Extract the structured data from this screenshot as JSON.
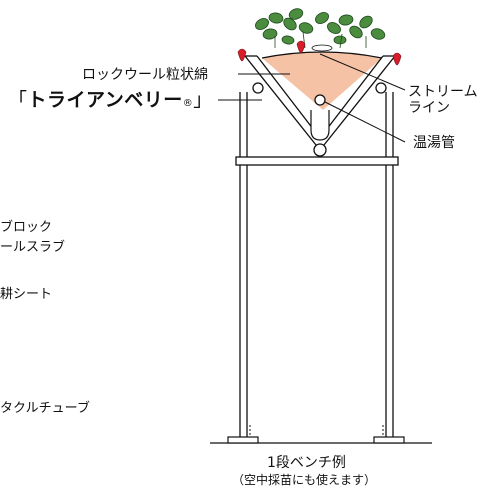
{
  "labels": {
    "rockwool": "ロックウール粒状綿",
    "product_name": "トライアンベリー",
    "registered_mark": "®",
    "bracket_open": "「",
    "bracket_close": "」",
    "streamline": "ストリーム\nライン",
    "hot_water_pipe": "温湯管",
    "block": "ブロック",
    "slab": "ールスラブ",
    "sheet": "耕シート",
    "tube": "タクルチューブ"
  },
  "caption": {
    "main": "1段ベンチ例",
    "sub": "（空中採苗にも使えます）"
  },
  "colors": {
    "growing_medium": "#f6c2a6",
    "leaf": "#3a7a3a",
    "strawberry": "#d81e2a",
    "line": "#111111"
  }
}
